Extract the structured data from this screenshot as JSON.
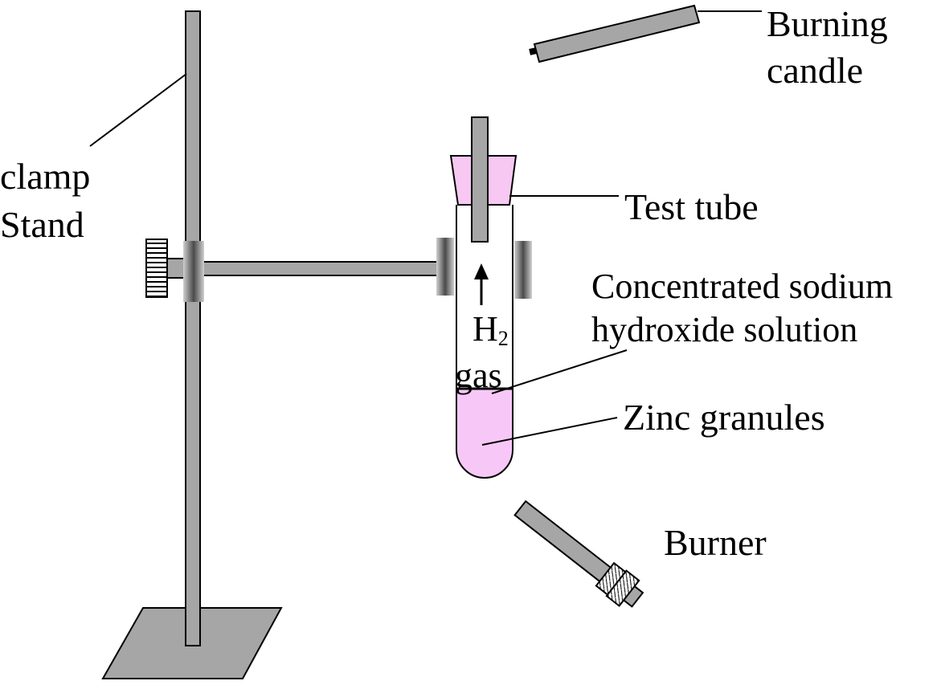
{
  "labels": {
    "burning_candle": [
      "Burning",
      "candle"
    ],
    "clamp_stand": [
      "clamp",
      "Stand"
    ],
    "test_tube": "Test tube",
    "solution": [
      "Concentrated sodium",
      "hydroxide solution"
    ],
    "zinc": "Zinc granules",
    "burner": "Burner",
    "gas_h": "H",
    "gas_sub": "2",
    "gas_word": "gas"
  },
  "colors": {
    "metal": "#a6a6a6",
    "stopper": "#f7c8f2",
    "solution": "#f7c8f7",
    "outline": "#000000",
    "background": "#ffffff"
  }
}
